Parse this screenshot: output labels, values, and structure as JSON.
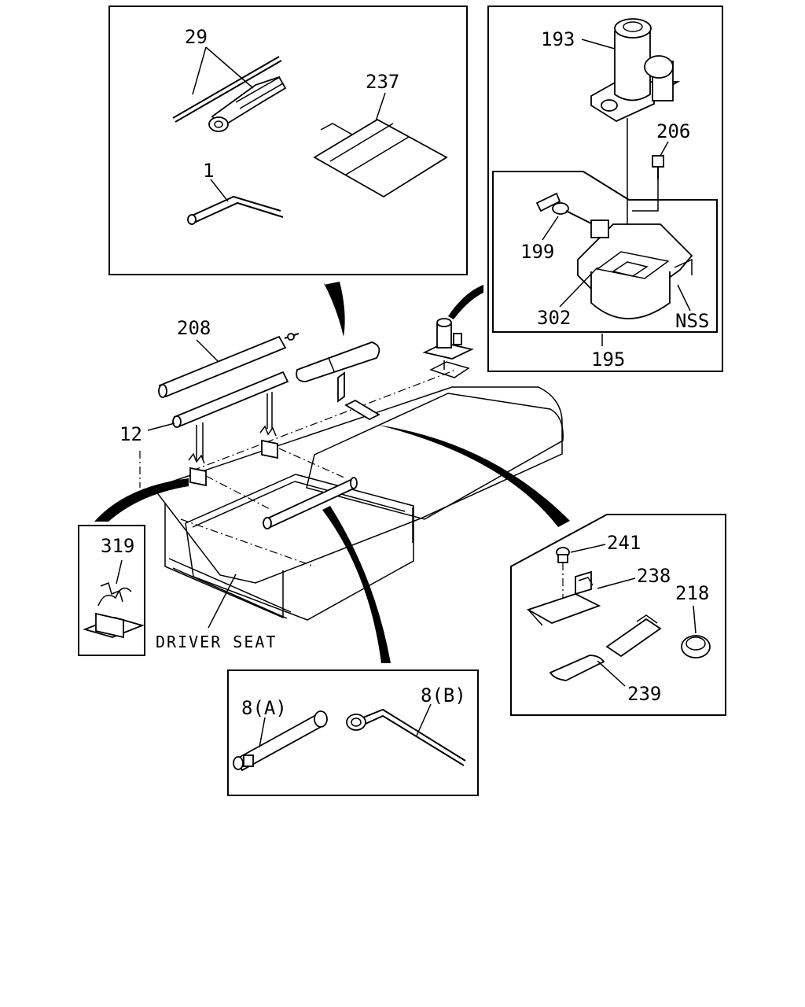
{
  "diagram": {
    "labels": {
      "l29": "29",
      "l237": "237",
      "l1": "1",
      "l193": "193",
      "l206": "206",
      "l199": "199",
      "l302": "302",
      "lNSS": "NSS",
      "l195": "195",
      "l208": "208",
      "l12": "12",
      "l319": "319",
      "l241": "241",
      "l238": "238",
      "l218": "218",
      "l239": "239",
      "driver_seat": "DRIVER SEAT",
      "l8A": "8(A)",
      "l8B": "8(B)"
    }
  }
}
